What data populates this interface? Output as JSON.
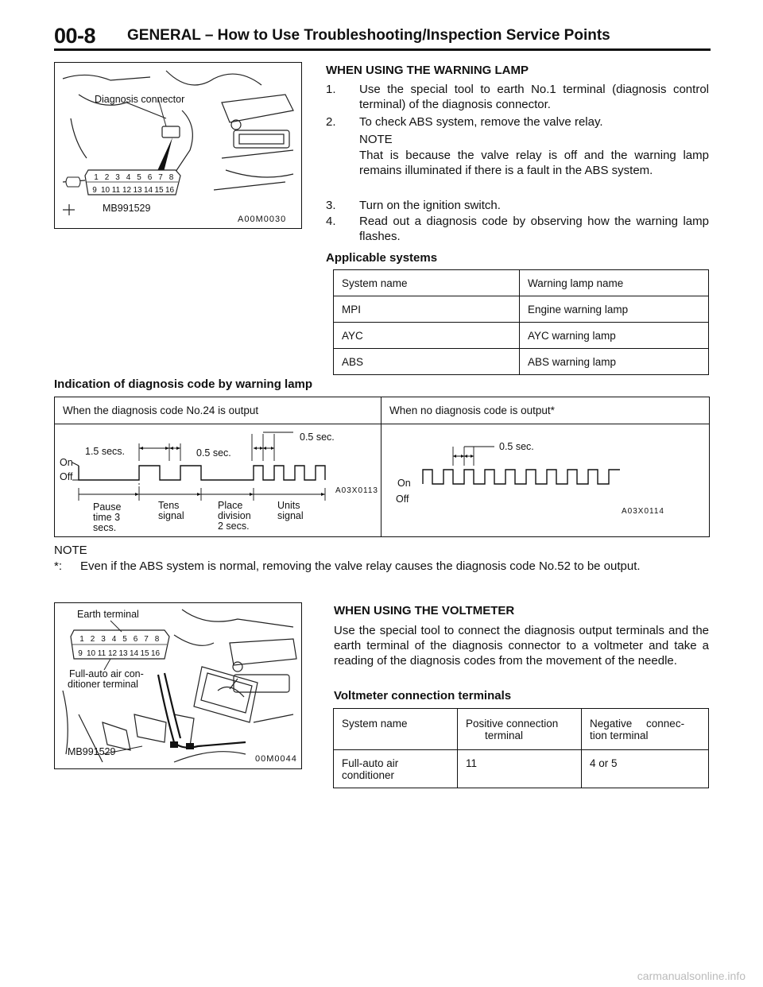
{
  "header": {
    "page_number": "00-8",
    "title": "GENERAL – How to Use Troubleshooting/Inspection Service Points"
  },
  "figure1": {
    "label_connector": "Diagnosis connector",
    "label_tool": "MB991529",
    "code": "A00M0030",
    "pins_top": [
      "1",
      "2",
      "3",
      "4",
      "5",
      "6",
      "7",
      "8"
    ],
    "pins_bottom": [
      "9",
      "10",
      "11",
      "12",
      "13",
      "14",
      "15",
      "16"
    ]
  },
  "warning_lamp": {
    "heading": "WHEN USING THE WARNING LAMP",
    "steps": [
      {
        "num": "1.",
        "text": "Use the special tool to earth No.1 terminal (diagnosis control terminal) of the diagnosis connector."
      },
      {
        "num": "2.",
        "text": "To check ABS system, remove the valve relay."
      },
      {
        "num": "3.",
        "text": "Turn on the ignition switch."
      },
      {
        "num": "4.",
        "text": "Read out a diagnosis code by observing how the warning lamp flashes."
      }
    ],
    "note_label": "NOTE",
    "note_text": "That is because the valve relay is off and the warning lamp remains illuminated if there is a fault in the ABS system.",
    "applicable_heading": "Applicable systems",
    "table": {
      "headers": [
        "System name",
        "Warning lamp name"
      ],
      "rows": [
        [
          "MPI",
          "Engine warning lamp"
        ],
        [
          "AYC",
          "AYC warning lamp"
        ],
        [
          "ABS",
          "ABS warning lamp"
        ]
      ]
    }
  },
  "indication": {
    "heading": "Indication of diagnosis code by warning lamp",
    "col1_header": "When the diagnosis code No.24 is output",
    "col2_header": "When no diagnosis code is output*",
    "diag1": {
      "on": "On",
      "off": "Off",
      "t15": "1.5 secs.",
      "t05a": "0.5 sec.",
      "t05b": "0.5 sec.",
      "pause": [
        "Pause",
        "time 3",
        "secs."
      ],
      "tens": [
        "Tens",
        "signal"
      ],
      "place": [
        "Place",
        "division",
        "2 secs."
      ],
      "units": [
        "Units",
        "signal"
      ],
      "code": "A03X0113"
    },
    "diag2": {
      "on": "On",
      "off": "Off",
      "t05": "0.5 sec.",
      "code": "A03X0114"
    }
  },
  "footnote": {
    "label": "NOTE",
    "mark": "*:",
    "text": "Even if the ABS system is normal, removing the valve relay causes the diagnosis code No.52 to be output."
  },
  "figure2": {
    "label_earth": "Earth terminal",
    "label_fullauto": [
      "Full-auto air con-",
      "ditioner terminal"
    ],
    "label_tool": "MB991529",
    "code": "00M0044",
    "pins_top": [
      "1",
      "2",
      "3",
      "4",
      "5",
      "6",
      "7",
      "8"
    ],
    "pins_bottom": [
      "9",
      "10",
      "11",
      "12",
      "13",
      "14",
      "15",
      "16"
    ]
  },
  "voltmeter": {
    "heading": "WHEN USING THE VOLTMETER",
    "paragraph": "Use the special tool to connect the diagnosis output terminals and the earth terminal of the diagnosis connector to a voltmeter and take a reading of the diagnosis codes from the movement of the needle.",
    "subheading": "Voltmeter connection terminals",
    "table": {
      "headers": [
        [
          "System name"
        ],
        [
          "Positive connection",
          "terminal"
        ],
        [
          "Negative connec-",
          "tion terminal"
        ]
      ],
      "rows": [
        [
          [
            "Full-auto air",
            "conditioner"
          ],
          [
            "11"
          ],
          [
            "4 or 5"
          ]
        ]
      ]
    }
  },
  "watermark": "carmanualsonline.info"
}
